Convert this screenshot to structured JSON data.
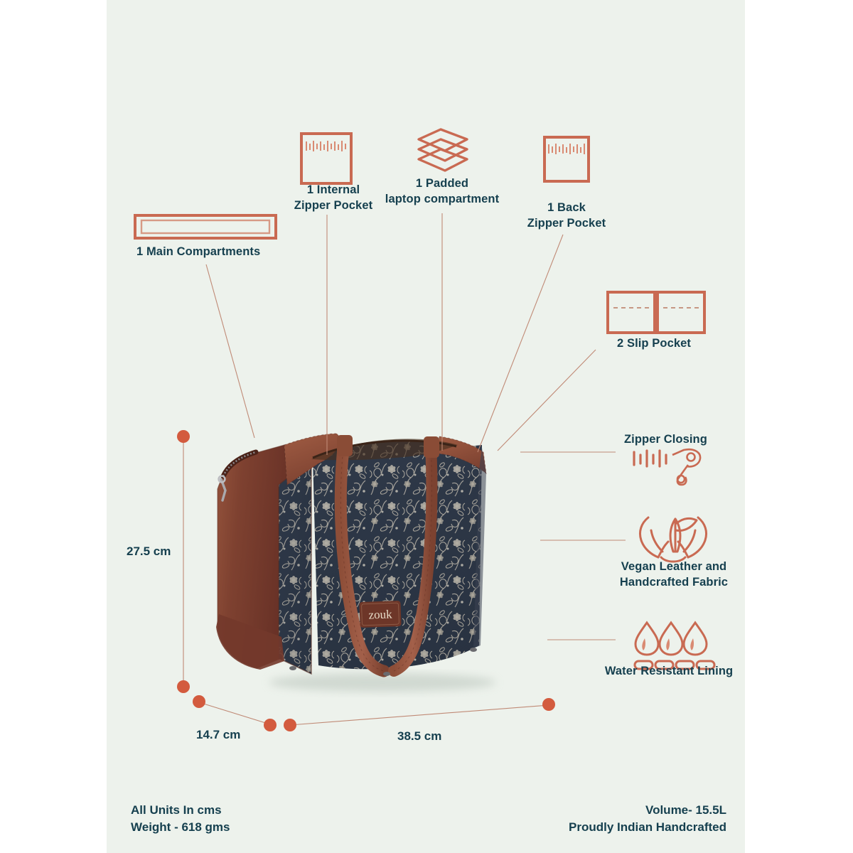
{
  "theme": {
    "panel_bg": "#edf2ec",
    "page_bg": "#ffffff",
    "accent": "#c96a52",
    "accent_soft": "#d98a72",
    "marker": "#d35b3e",
    "text": "#16404f",
    "leather": "#8b4a35",
    "fabric_navy": "#2e3a4d",
    "fabric_cream": "#efe6d6"
  },
  "features": [
    {
      "id": "main-compartments",
      "label": "1 Main Compartments",
      "icon": "rectangle-outline-icon"
    },
    {
      "id": "internal-zipper-pocket",
      "label": "1 Internal\nZipper Pocket",
      "icon": "zipper-pocket-square-icon"
    },
    {
      "id": "padded-laptop-compartment",
      "label": "1 Padded\nlaptop compartment",
      "icon": "stacked-sheets-icon"
    },
    {
      "id": "back-zipper-pocket",
      "label": "1 Back\nZipper Pocket",
      "icon": "zipper-pocket-square-icon"
    },
    {
      "id": "slip-pocket",
      "label": "2 Slip Pocket",
      "icon": "two-slip-pockets-icon"
    },
    {
      "id": "zipper-closing",
      "label": "Zipper Closing",
      "icon": "zipper-pull-icon"
    },
    {
      "id": "vegan-leather",
      "label": "Vegan Leather and\nHandcrafted Fabric",
      "icon": "hands-holding-leaf-icon"
    },
    {
      "id": "water-resistant-lining",
      "label": "Water Resistant Lining",
      "icon": "water-droplets-icon"
    }
  ],
  "dimensions": {
    "height": "27.5 cm",
    "depth": "14.7 cm",
    "width": "38.5 cm"
  },
  "footer": {
    "left": "All Units In cms\nWeight - 618 gms",
    "right": "Volume- 15.5L\nProudly Indian Handcrafted"
  },
  "product": {
    "brand_tag": "zouk"
  }
}
